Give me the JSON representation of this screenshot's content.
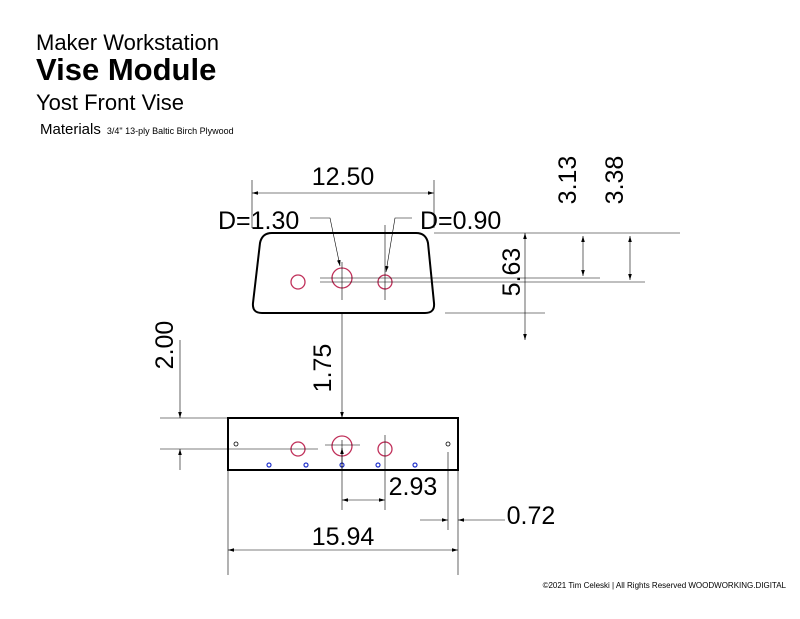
{
  "header": {
    "subtitle": "Maker Workstation",
    "title": "Vise Module",
    "part": "Yost Front Vise"
  },
  "materials": {
    "label": "Materials",
    "value": "3/4\" 13-ply Baltic Birch Plywood"
  },
  "dimensions": {
    "width_top": "12.50",
    "d_large": "D=1.30",
    "d_small": "D=0.90",
    "height": "5.63",
    "offset_a": "3.13",
    "offset_b": "3.38",
    "rail_height": "2.00",
    "center_depth": "1.75",
    "hole_spacing": "2.93",
    "edge_offset": "0.72",
    "width_bottom": "15.94"
  },
  "footer": {
    "copyright": "©2021 Tim Celeski | All Rights Reserved WOODWORKING.DIGITAL"
  },
  "colors": {
    "hole": "#c0305a",
    "pin": "#2233cc"
  }
}
